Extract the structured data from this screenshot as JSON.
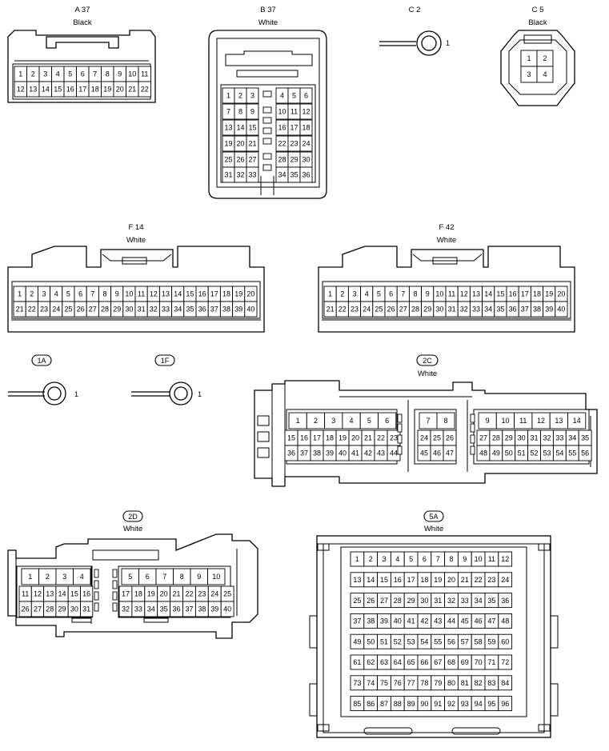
{
  "connectors": [
    {
      "key": "a37",
      "code": "A 37",
      "color": "Black"
    },
    {
      "key": "b37",
      "code": "B 37",
      "color": "White"
    },
    {
      "key": "c2",
      "code": "C 2",
      "terminal": "1"
    },
    {
      "key": "c5",
      "code": "C 5",
      "color": "Black"
    },
    {
      "key": "f14",
      "code": "F 14",
      "color": "White"
    },
    {
      "key": "f42",
      "code": "F 42",
      "color": "White"
    },
    {
      "key": "j1a",
      "code": "1A",
      "terminal": "1"
    },
    {
      "key": "j1f",
      "code": "1F",
      "terminal": "1"
    },
    {
      "key": "j2c",
      "code": "2C",
      "color": "White"
    },
    {
      "key": "j2d",
      "code": "2D",
      "color": "White"
    },
    {
      "key": "j5a",
      "code": "5A",
      "color": "White"
    }
  ]
}
